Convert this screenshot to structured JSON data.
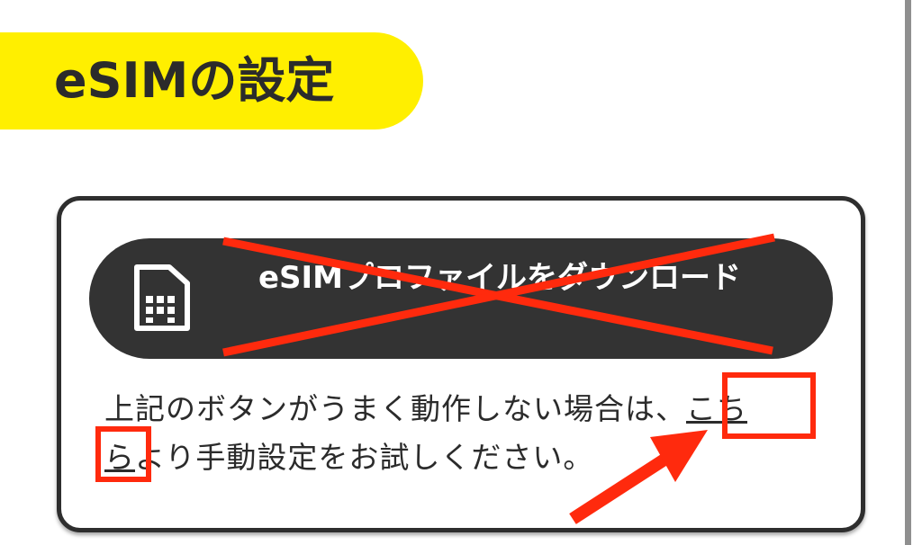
{
  "section": {
    "title": "eSIMの設定"
  },
  "download_button": {
    "label": "eSIMプロファイルをダウンロード"
  },
  "instructions": {
    "line1_text": "上記のボタンがうまく動作しない場合は、",
    "link_part1": "こち",
    "link_part2": "ら",
    "line2_text": "より手動設定をお試しください。"
  },
  "icons": {
    "sim": "sim-card-icon",
    "cross": "cross-mark",
    "arrow": "arrow-pointer"
  },
  "colors": {
    "title_bg": "#ffef00",
    "button_bg": "#333333",
    "annotation": "#ff2a0d",
    "text": "#2b2b2b"
  }
}
